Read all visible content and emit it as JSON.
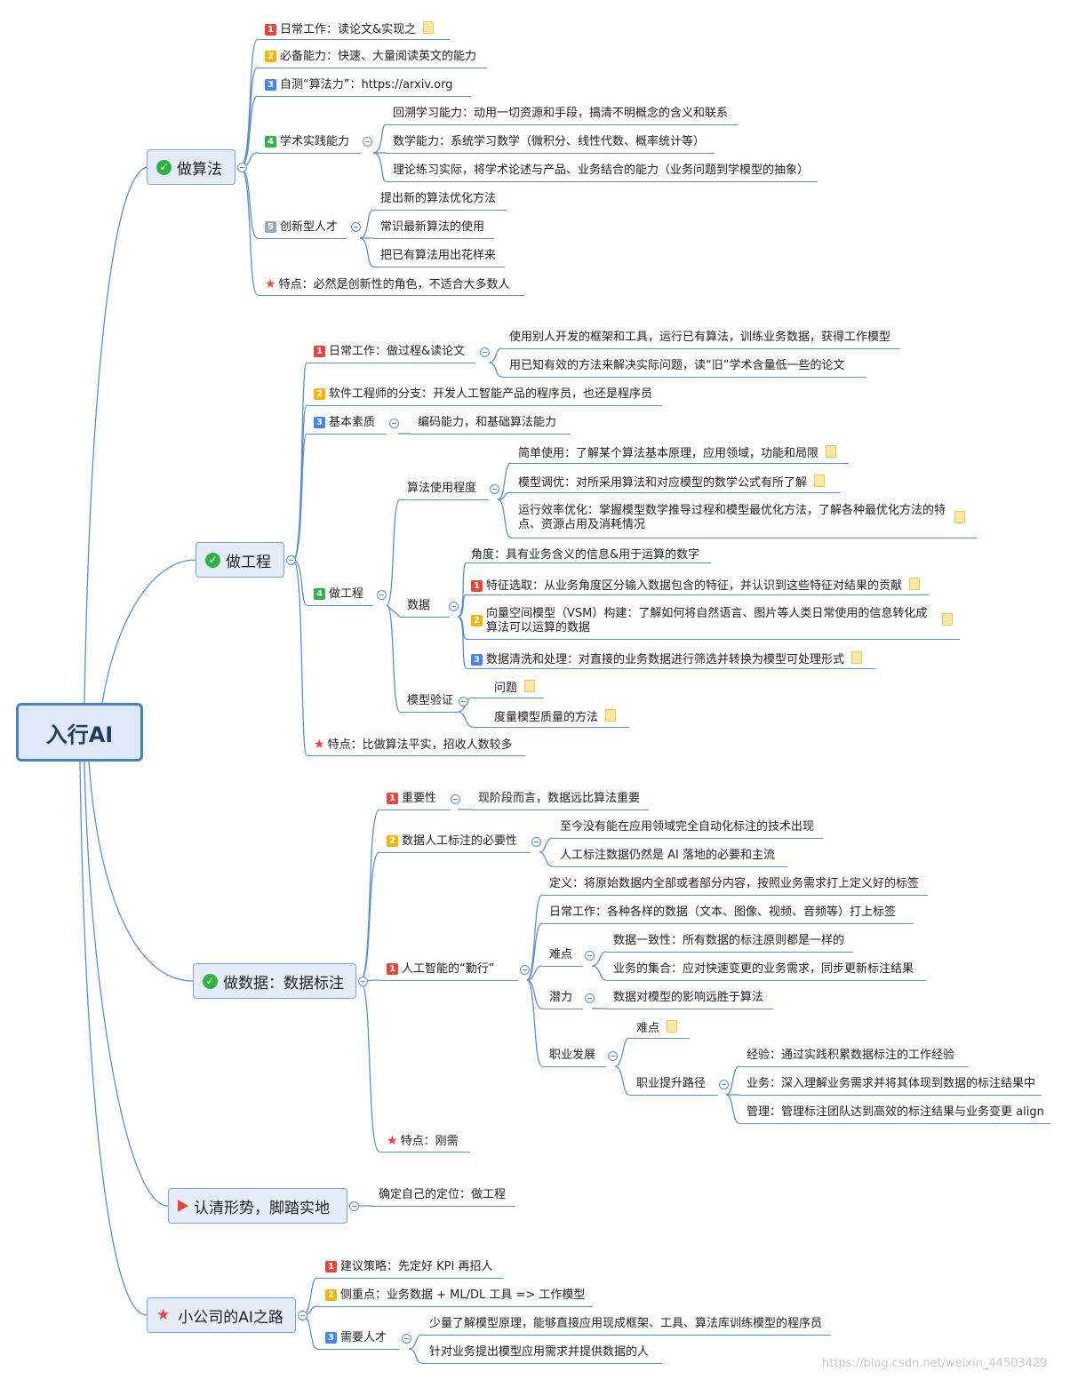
{
  "root": "入行AI",
  "watermark": "https://blog.csdn.net/weixin_44503429",
  "icons": {
    "check": "check-circle-icon",
    "star": "star-icon",
    "flag": "flag-icon",
    "note": "note-icon",
    "collapse": "collapse-icon"
  },
  "colors": {
    "badge1": "#e8453c",
    "badge2": "#f5b400",
    "badge3": "#4285f4",
    "badge4": "#2fb345",
    "badge5": "#9aa9b8",
    "line": "#5b8fd0"
  },
  "branches": {
    "b1": {
      "title": "做算法",
      "items": [
        "日常工作：读论文&实现之",
        "必备能力：快速、大量阅读英文的能力",
        "自测“算法力”：https://arxiv.org",
        "学术实践能力",
        "创新型人才",
        "特点：必然是创新性的角色，不适合大多数人"
      ],
      "academic": [
        "回溯学习能力：动用一切资源和手段，搞清不明概念的含义和联系",
        "数学能力：系统学习数学（微积分、线性代数、概率统计等）",
        "理论练习实际，将学术论述与产品、业务结合的能力（业务问题到学模型的抽象）"
      ],
      "innovative": [
        "提出新的算法优化方法",
        "常识最新算法的使用",
        "把已有算法用出花样来"
      ]
    },
    "b2": {
      "title": "做工程",
      "daily": "日常工作：做过程&读论文",
      "daily_sub": [
        "使用别人开发的框架和工具，运行已有算法，训练业务数据，获得工作模型",
        "用已知有效的方法来解决实际问题，读“旧”学术含量低一些的论文"
      ],
      "branch2": "软件工程师的分支：开发人工智能产品的程序员，也还是程序员",
      "basic": "基本素质",
      "basic_sub": "编码能力，和基础算法能力",
      "eng": "做工程",
      "algo_use": "算法使用程度",
      "algo_use_sub": [
        "简单使用：了解某个算法基本原理，应用领域，功能和局限",
        "模型调优：对所采用算法和对应模型的数学公式有所了解",
        "运行效率优化：掌握模型数学推导过程和模型最优化方法，了解各种最优化方法的特点、资源占用及消耗情况"
      ],
      "data": "数据",
      "data_angle": "角度：具有业务含义的信息&用于运算的数字",
      "data_sub": [
        "特征选取：从业务角度区分输入数据包含的特征，并认识到这些特征对结果的贡献",
        "向量空间模型（VSM）构建：了解如何将自然语言、图片等人类日常使用的信息转化成算法可以运算的数据",
        "数据清洗和处理：对直接的业务数据进行筛选并转换为模型可处理形式"
      ],
      "validate": "模型验证",
      "validate_sub": [
        "问题",
        "度量模型质量的方法"
      ],
      "feature": "特点：比做算法平实，招收人数较多"
    },
    "b3": {
      "title": "做数据：数据标注",
      "importance": "重要性",
      "importance_sub": "现阶段而言，数据远比算法重要",
      "necessity": "数据人工标注的必要性",
      "necessity_sub": [
        "至今没有能在应用领域完全自动化标注的技术出现",
        "人工标注数据仍然是 AI 落地的必要和主流"
      ],
      "diligence": "人工智能的“勤行”",
      "def": "定义：将原始数据内全部或者部分内容，按照业务需求打上定义好的标签",
      "daily": "日常工作：各种各样的数据（文本、图像、视频、音频等）打上标签",
      "difficulty": "难点",
      "difficulty_sub": [
        "数据一致性：所有数据的标注原则都是一样的",
        "业务的集合：应对快速变更的业务需求，同步更新标注结果"
      ],
      "potential": "潜力",
      "potential_sub": "数据对模型的影响远胜于算法",
      "career": "职业发展",
      "career_diff": "难点",
      "career_path": "职业提升路径",
      "career_path_sub": [
        "经验：通过实践积累数据标注的工作经验",
        "业务：深入理解业务需求并将其体现到数据的标注结果中",
        "管理：管理标注团队达到高效的标注结果与业务变更 align"
      ],
      "feature": "特点：刚需"
    },
    "b4": {
      "title": "认清形势，脚踏实地",
      "sub": "确定自己的定位：做工程"
    },
    "b5": {
      "title": "小公司的AI之路",
      "items": [
        "建议策略：先定好 KPI 再招人",
        "侧重点：业务数据 + ML/DL 工具 => 工作模型",
        "需要人才"
      ],
      "talent_sub": [
        "少量了解模型原理，能够直接应用现成框架、工具、算法库训练模型的程序员",
        "针对业务提出模型应用需求并提供数据的人"
      ]
    }
  }
}
